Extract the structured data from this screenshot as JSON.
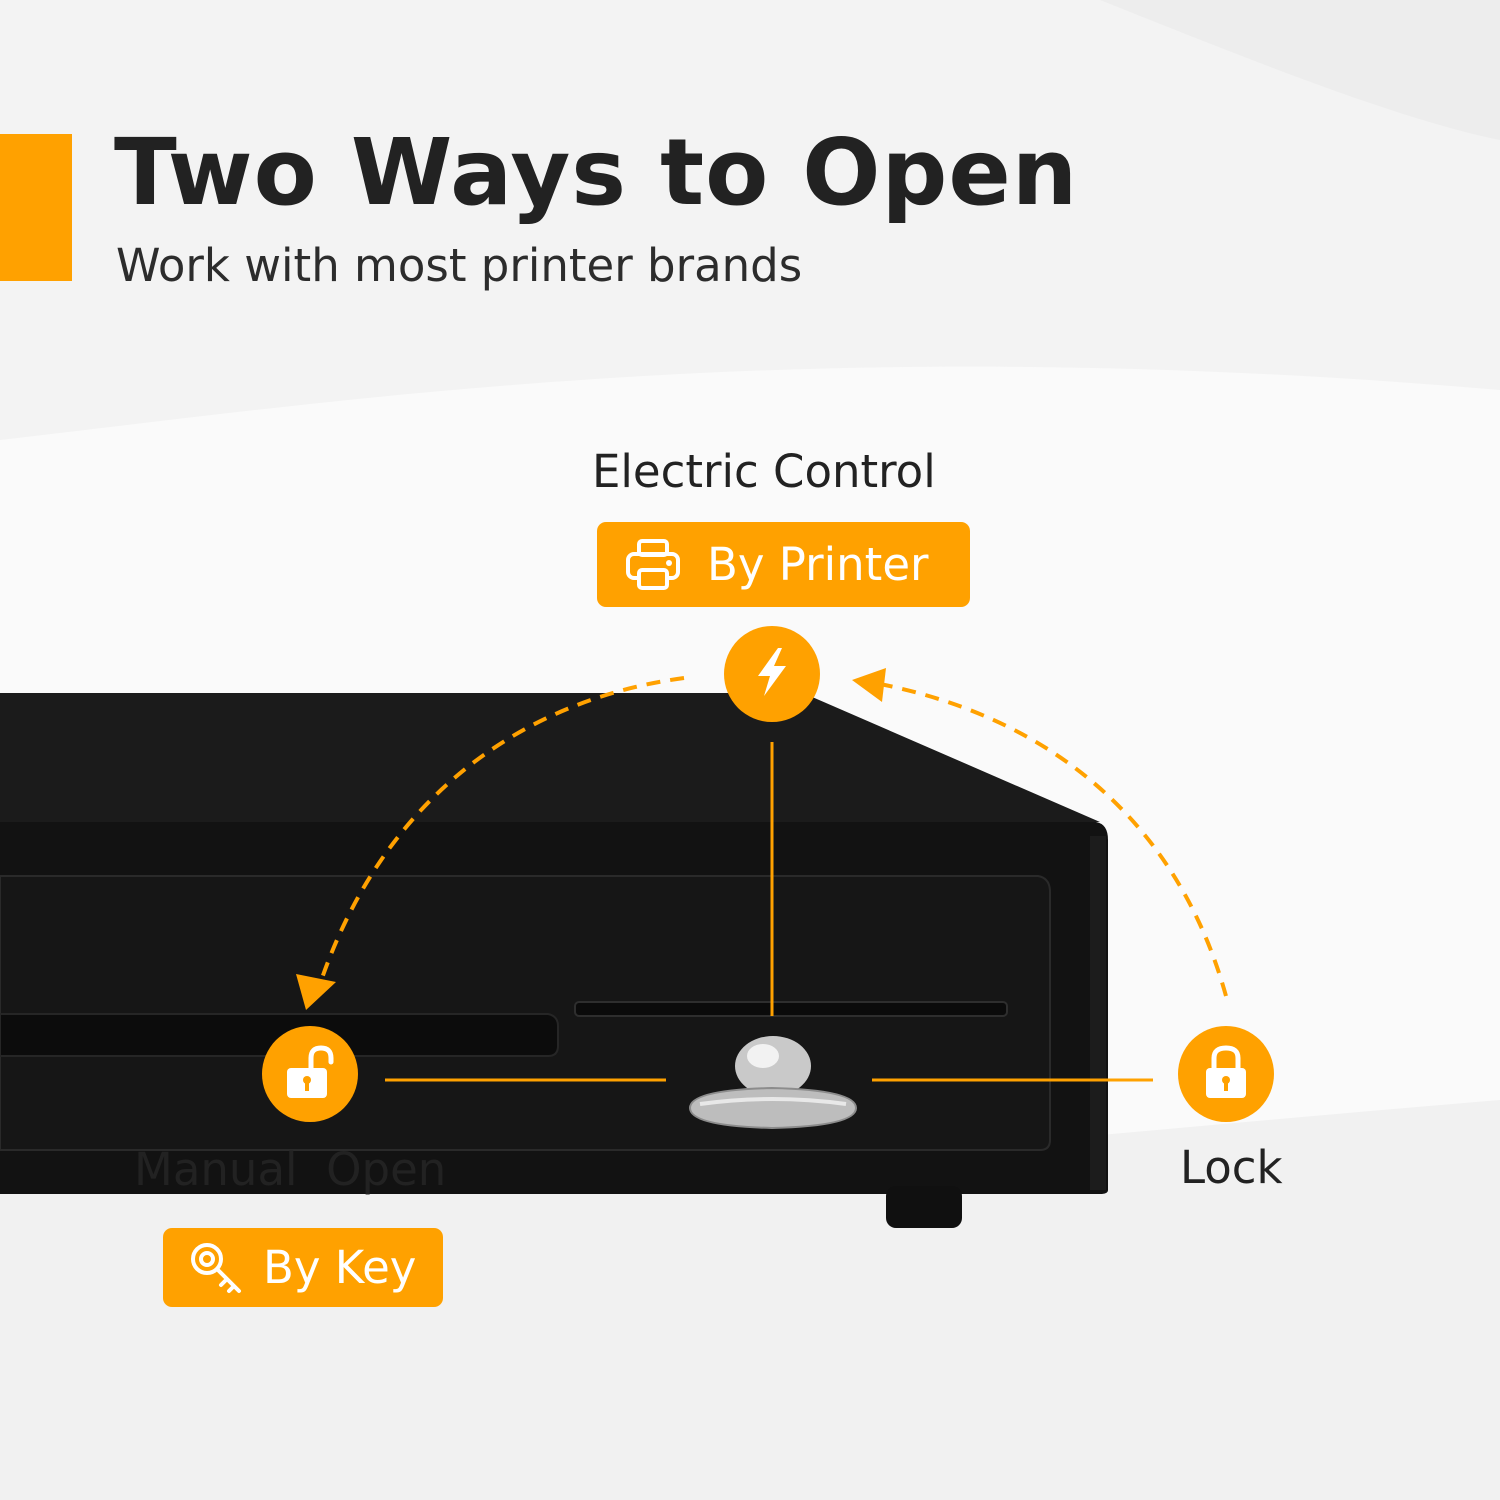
{
  "header": {
    "title": "Two Ways to Open",
    "subtitle": "Work with most printer brands"
  },
  "electric": {
    "heading": "Electric Control",
    "pill_label": "By Printer",
    "pill_icon": "printer-icon",
    "node_icon": "lightning-icon"
  },
  "manual": {
    "heading": "Manual  Open",
    "pill_label": "By Key",
    "pill_icon": "key-icon",
    "node_icon": "unlock-icon"
  },
  "lock": {
    "heading": "Lock",
    "node_icon": "lock-icon"
  },
  "colors": {
    "accent": "#FFA100",
    "drawer": "#141414",
    "text": "#222222"
  }
}
